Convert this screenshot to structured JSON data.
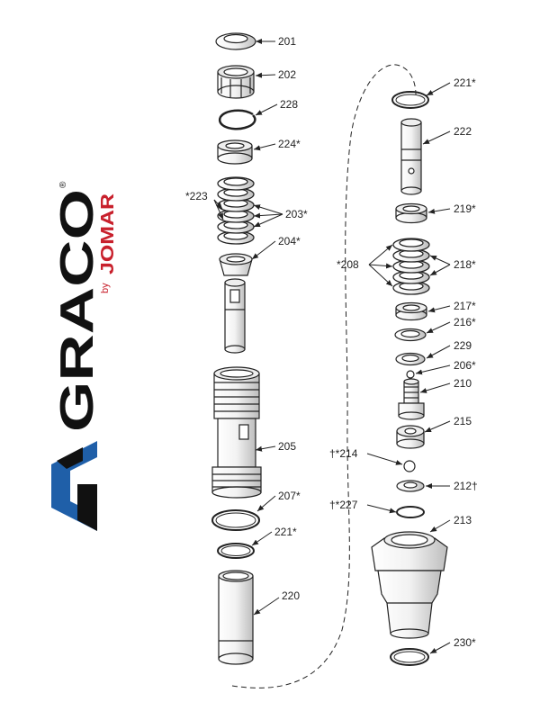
{
  "brand": {
    "name": "GRACO",
    "registered_mark": "®",
    "by_text": "by",
    "partner": "JOMAR",
    "colors": {
      "graco_text": "#111111",
      "graco_blue": "#1f5fa8",
      "jomar_red": "#c8202c"
    }
  },
  "parts_left": [
    {
      "id": "201",
      "label": "201"
    },
    {
      "id": "202",
      "label": "202"
    },
    {
      "id": "228",
      "label": "228"
    },
    {
      "id": "224",
      "label": "224*"
    },
    {
      "id": "223",
      "label": "*223"
    },
    {
      "id": "203",
      "label": "203*"
    },
    {
      "id": "204",
      "label": "204*"
    },
    {
      "id": "205",
      "label": "205"
    },
    {
      "id": "207",
      "label": "207*"
    },
    {
      "id": "221b",
      "label": "221*"
    },
    {
      "id": "220",
      "label": "220"
    }
  ],
  "parts_right": [
    {
      "id": "221a",
      "label": "221*"
    },
    {
      "id": "222",
      "label": "222"
    },
    {
      "id": "219",
      "label": "219*"
    },
    {
      "id": "208",
      "label": "*208"
    },
    {
      "id": "218",
      "label": "218*"
    },
    {
      "id": "217",
      "label": "217*"
    },
    {
      "id": "216",
      "label": "216*"
    },
    {
      "id": "229",
      "label": "229"
    },
    {
      "id": "206",
      "label": "206*"
    },
    {
      "id": "210",
      "label": "210"
    },
    {
      "id": "215",
      "label": "215"
    },
    {
      "id": "214",
      "label": "†*214"
    },
    {
      "id": "212",
      "label": "212†"
    },
    {
      "id": "227",
      "label": "†*227"
    },
    {
      "id": "213",
      "label": "213"
    },
    {
      "id": "230",
      "label": "230*"
    }
  ]
}
